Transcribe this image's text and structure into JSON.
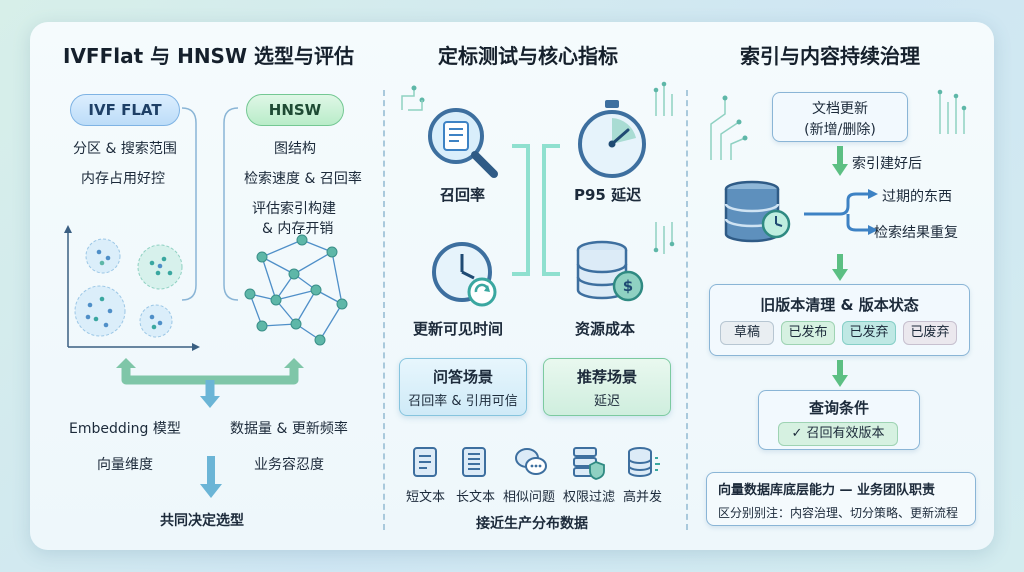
{
  "panels": {
    "left": {
      "title": "IVFFlat 与 HNSW 选型与评估",
      "ivf": {
        "label": "IVF FLAT",
        "points": [
          "分区 & 搜索范围",
          "内存占用好控"
        ]
      },
      "hnsw": {
        "label": "HNSW",
        "points": [
          "图结构",
          "检索速度 & 召回率",
          "评估索引构建",
          "& 内存开销"
        ]
      },
      "factors": [
        "Embedding 模型",
        "数据量 & 更新频率",
        "向量维度",
        "业务容忍度"
      ],
      "conclusion": "共同决定选型"
    },
    "middle": {
      "title": "定标测试与核心指标",
      "metrics": [
        "召回率",
        "P95 延迟",
        "更新可见时间",
        "资源成本"
      ],
      "scenes": [
        {
          "title": "问答场景",
          "detail": "召回率 & 引用可信"
        },
        {
          "title": "推荐场景",
          "detail": "延迟"
        }
      ],
      "data_types": [
        "短文本",
        "长文本",
        "相似问题",
        "权限过滤",
        "高并发"
      ],
      "footer": "接近生产分布数据"
    },
    "right": {
      "title": "索引与内容持续治理",
      "doc_update": {
        "line1": "文档更新",
        "line2": "(新增/删除)"
      },
      "after_index": "索引建好后",
      "issues": [
        "过期的东西",
        "检索结果重复"
      ],
      "cleanup": {
        "title": "旧版本清理 & 版本状态",
        "states": [
          "草稿",
          "已发布",
          "已发弃",
          "已废弃"
        ]
      },
      "query": {
        "title": "查询条件",
        "check_label": "✓ 召回有效版本"
      },
      "note": {
        "line1": "向量数据库底层能力 — 业务团队职责",
        "line2": "区分别别注：内容治理、切分策略、更新流程"
      }
    }
  },
  "colors": {
    "accent_blue": "#3d82c4",
    "accent_teal": "#3aa7a0",
    "accent_green": "#5cbf83"
  }
}
